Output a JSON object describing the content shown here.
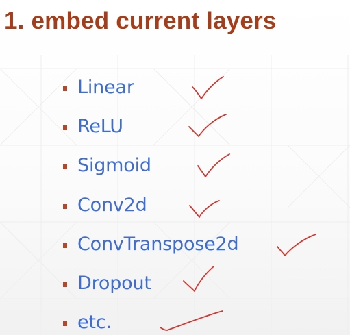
{
  "slide": {
    "title": "1. embed current layers",
    "items": [
      {
        "label": "Linear"
      },
      {
        "label": "ReLU"
      },
      {
        "label": "Sigmoid"
      },
      {
        "label": "Conv2d"
      },
      {
        "label": "ConvTranspose2d"
      },
      {
        "label": "Dropout"
      },
      {
        "label": "etc."
      }
    ],
    "colors": {
      "title": "#a63d1a",
      "item_text": "#3e6ccf",
      "bullet": "#b8472a",
      "checkmark": "#d2372f"
    }
  }
}
